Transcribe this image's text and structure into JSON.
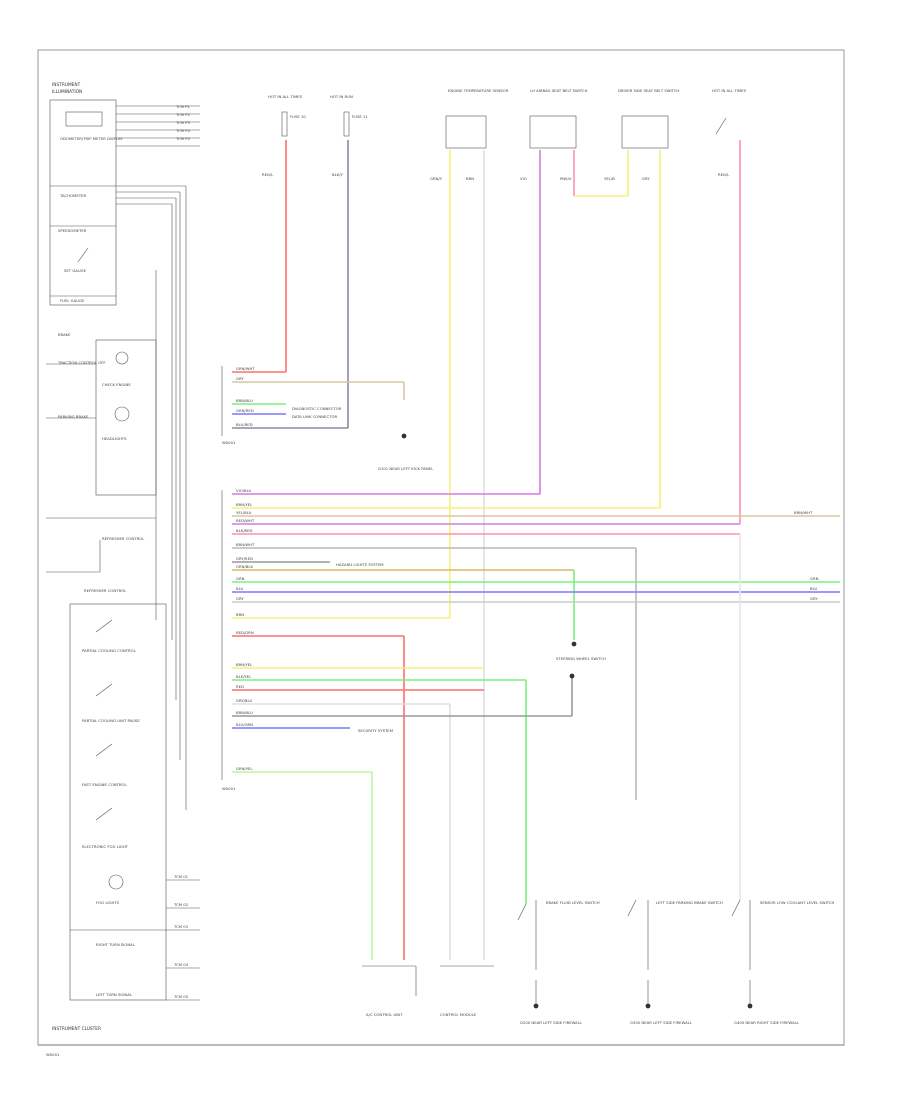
{
  "page": {
    "cluster_caption": "INSTRUMENT CLUSTER",
    "footer_code": "W0001"
  },
  "cluster": {
    "top_labels": [
      "INSTRUMENT",
      "ILLUMINATION"
    ],
    "gauges": [
      {
        "label": "ODOMETER/TRIP METER DISPLAY"
      },
      {
        "label": "TACHOMETER"
      },
      {
        "label": "SPEEDOMETER"
      },
      {
        "label": "SET GAUGE"
      },
      {
        "label": "FUEL GAUGE"
      }
    ],
    "side_labels": [
      "BRAKE",
      "TRACTION CONTROL OFF",
      "CHECK ENGINE",
      "PARKING BRAKE",
      "HEADLIGHTS"
    ],
    "pin_labels": [
      "TCM P1",
      "TCM P2",
      "TCM P3",
      "TCM P4",
      "TCM P5"
    ],
    "lower_components": [
      {
        "label": "REFRESHER CONTROL"
      },
      {
        "label": "PARTIAL COOLING CONTROL"
      },
      {
        "label": "PARTIAL COOLING UNIT PAUSE"
      },
      {
        "label": "FAST ENGINE CONTROL"
      },
      {
        "label": "ELECTRONIC FOG LIGHT"
      },
      {
        "label": "FOG LIGHTS"
      },
      {
        "label": "RIGHT TURN SIGNAL"
      },
      {
        "label": "LEFT TURN SIGNAL"
      }
    ],
    "right_pins": [
      "TCM 01",
      "TCM 02",
      "TCM 03",
      "TCM 04",
      "TCM 05"
    ]
  },
  "fuses": [
    {
      "label": "HOT IN ALL TIMES",
      "fuse": "FUSE 10",
      "wire": "RED/L"
    },
    {
      "label": "HOT IN RUN",
      "fuse": "FUSE 11",
      "wire": "BLK/Y"
    }
  ],
  "modules": [
    {
      "label": "ENGINE TEMPERATURE SENSOR",
      "wires": [
        "GRN/Y",
        "BRN"
      ]
    },
    {
      "label": "LH AIRBAG SEAT BELT SWITCH",
      "wires": [
        "VIO",
        "PNK/V"
      ]
    },
    {
      "label": "DRIVER SIDE SEAT BELT SWITCH",
      "wires": [
        "YEL/B",
        "GRY"
      ]
    },
    {
      "label": "HOT IN ALL TIMES",
      "wires": [
        "RED/L"
      ]
    }
  ],
  "connector_labels": [
    "GRN/WHT",
    "GRY",
    "BRN/BLU",
    "GRN/RED",
    "BLU/RED",
    "DIAGNOSTIC CONNECTOR",
    "VIO/BLU",
    "BRN/YEL",
    "YEL/BLU",
    "RED/WHT",
    "BLK/RED",
    "BRN/WHT",
    "GRY/RED",
    "ORN/BLK",
    "GRN",
    "BLU",
    "GRY",
    "BRN",
    "RED/GRN",
    "BRN/YEL",
    "BLK/YEL",
    "RED",
    "GRY/BLU",
    "BRN/BLU",
    "BLU/GRN",
    "GRN/YEL"
  ],
  "notes": {
    "diag_conn": "DATA LINK CONNECTOR",
    "ground_g1": "G101 NEAR LEFT KICK PANEL",
    "hazard": "HAZARD LIGHTS SYSTEM",
    "steering_sw": "STEERING WHEEL SWITCH",
    "security": "SECURITY SYSTEM",
    "wire_right_out": "BRN/WHT",
    "right_outs": [
      "GRN",
      "BLU",
      "GRY"
    ]
  },
  "bottom": {
    "connectors": [
      {
        "label": "A/C CONTROL UNIT"
      },
      {
        "label": "CONTROL MODULE"
      }
    ],
    "switches": [
      {
        "label": "BRAKE FLUID LEVEL SWITCH",
        "ground": "G200 NEAR LEFT SIDE FIREWALL"
      },
      {
        "label": "LEFT SIDE PARKING BRAKE SWITCH",
        "ground": "G300 NEAR LEFT SIDE FIREWALL"
      },
      {
        "label": "SENSOR LOW COOLANT LEVEL SWITCH",
        "ground": "G400 NEAR RIGHT SIDE FIREWALL"
      }
    ]
  },
  "colors": {
    "red": "#ff6d6d",
    "yellow": "#f5f07a",
    "violet": "#d77ae6",
    "pink": "#ff8fb0",
    "green": "#7af07a",
    "blue": "#7a7aff",
    "gray": "#b8b8b8",
    "brown": "#d9c6a0",
    "orange": "#ffb36b",
    "lightgreen": "#b8f5a8",
    "darkgray": "#999999"
  }
}
